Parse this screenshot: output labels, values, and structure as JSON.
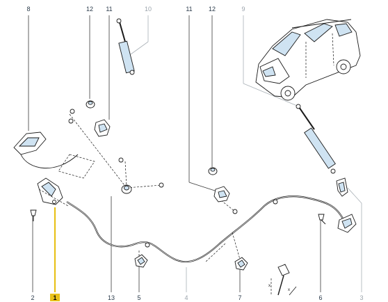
{
  "callouts": {
    "c1": "1",
    "c2": "2",
    "c3": "3",
    "c4": "4",
    "c5": "5",
    "c6": "6",
    "c7": "7",
    "c8": "8",
    "c9": "9",
    "c10": "10",
    "c11a": "11",
    "c11b": "11",
    "c12a": "12",
    "c12b": "12",
    "c13": "13"
  },
  "colors": {
    "highlight": "#e8c11a",
    "callout_text": "#2a3a4a",
    "callout_muted": "#9aa3ab",
    "part_tint": "#cfe3f2"
  },
  "icons": [
    "vehicle-illustration",
    "screw-detail-icon"
  ]
}
